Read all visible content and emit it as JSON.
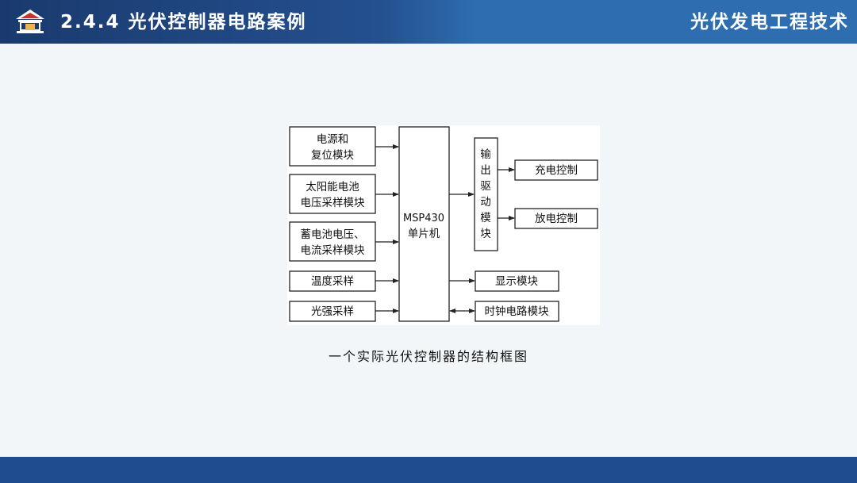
{
  "header": {
    "section_title": "2.4.4 光伏控制器电路案例",
    "course_title": "光伏发电工程技术",
    "logo_icon": "university-gate-icon"
  },
  "colors": {
    "header_dark": "#1a3a6e",
    "header_light": "#2e6db0",
    "footer": "#1f4c8c",
    "background": "#f3f6f8"
  },
  "diagram": {
    "inputs": [
      {
        "line1": "电源和",
        "line2": "复位模块"
      },
      {
        "line1": "太阳能电池",
        "line2": "电压采样模块"
      },
      {
        "line1": "蓄电池电压、",
        "line2": "电流采样模块"
      },
      {
        "line1": "温度采样"
      },
      {
        "line1": "光强采样"
      }
    ],
    "mcu": {
      "line1": "MSP430",
      "line2": "单片机"
    },
    "driver": {
      "chars": [
        "输",
        "出",
        "驱",
        "动",
        "模",
        "块"
      ]
    },
    "driver_outputs": [
      "充电控制",
      "放电控制"
    ],
    "outputs": [
      "显示模块",
      "时钟电路模块"
    ],
    "caption": "一个实际光伏控制器的结构框图"
  }
}
